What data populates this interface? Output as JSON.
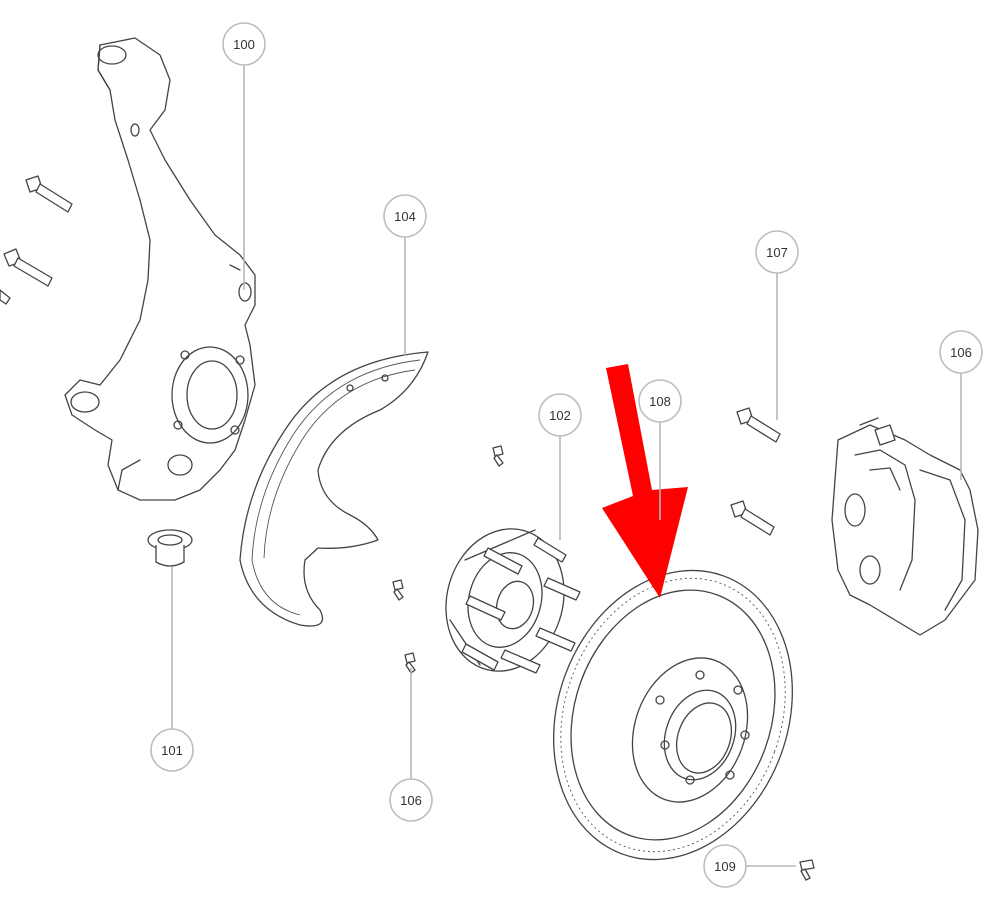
{
  "callouts": [
    {
      "id": "c100",
      "label": "100"
    },
    {
      "id": "c101",
      "label": "101"
    },
    {
      "id": "c102",
      "label": "102"
    },
    {
      "id": "c104",
      "label": "104"
    },
    {
      "id": "c106a",
      "label": "106"
    },
    {
      "id": "c106b",
      "label": "106"
    },
    {
      "id": "c107",
      "label": "107"
    },
    {
      "id": "c108",
      "label": "108"
    },
    {
      "id": "c109",
      "label": "109"
    }
  ],
  "colors": {
    "arrow": "#ff0000",
    "line": "#444444",
    "callout_border": "#bdbdbd"
  },
  "icons": {
    "pointer": "red-arrow-icon"
  }
}
